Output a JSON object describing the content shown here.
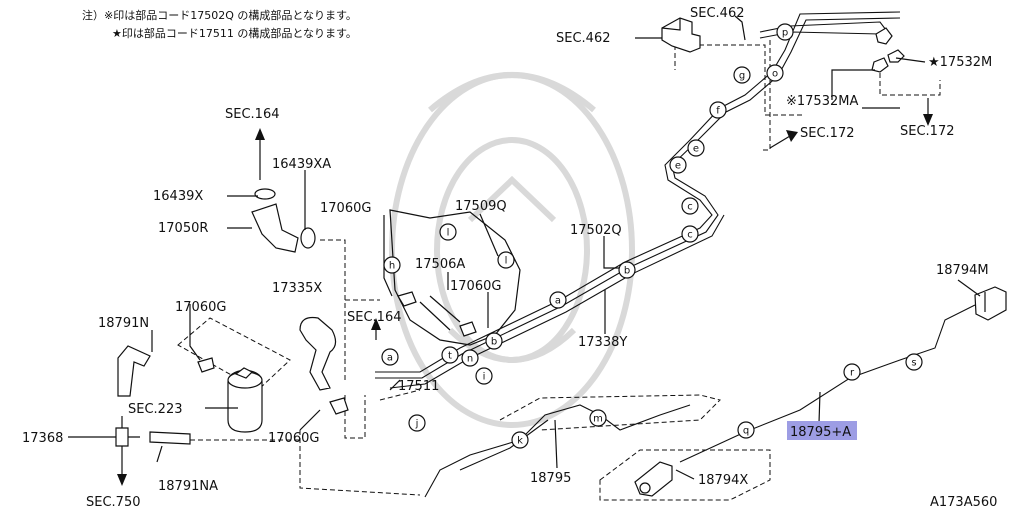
{
  "notes": [
    "注）※印は部品コード17502Q の構成部品となります。",
    "★印は部品コード17511 の構成部品となります。"
  ],
  "part_labels": {
    "sec_462_top": "SEC.462",
    "sec_462_left": "SEC.462",
    "p17532m": "★17532M",
    "p17532ma": "※17532MA",
    "sec_172_right": "SEC.172",
    "sec_172_mid": "SEC.172",
    "sec_164_top": "SEC.164",
    "p16439xa": "16439XA",
    "p16439x": "16439X",
    "p17050r": "17050R",
    "p17060g_a": "17060G",
    "p17509q": "17509Q",
    "p17502q": "17502Q",
    "p17506a": "17506A",
    "p17060g_b": "17060G",
    "p17335x": "17335X",
    "sec_164_mid": "SEC.164",
    "p18794m": "18794M",
    "p18791n": "18791N",
    "p17060g_c": "17060G",
    "p17338y": "17338Y",
    "p17511": "17511",
    "sec_223": "SEC.223",
    "p17368": "17368",
    "p17060g_d": "17060G",
    "p18795a": "18795+A",
    "p18795": "18795",
    "p18791na": "18791NA",
    "p18794x": "18794X",
    "sec_750": "SEC.750",
    "diagram_code": "A173A560"
  },
  "callouts": {
    "p": "p",
    "o": "o",
    "g": "g",
    "f": "f",
    "e": "e",
    "c": "c",
    "l": "l",
    "h": "h",
    "b": "b",
    "a": "a",
    "t": "t",
    "n": "n",
    "i": "i",
    "j": "j",
    "k": "k",
    "m": "m",
    "q": "q",
    "r": "r",
    "s": "s"
  },
  "highlight_color": "#9d9de4"
}
